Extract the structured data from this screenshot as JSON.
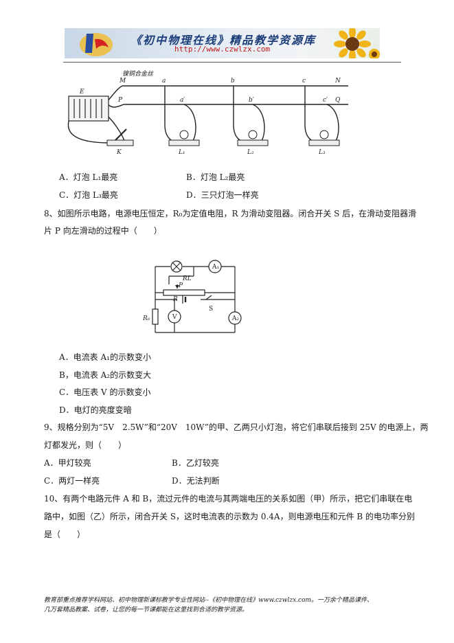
{
  "header": {
    "title": "《初中物理在线》精品教学资源库",
    "url": "http://www.czwlzx.com"
  },
  "q7": {
    "figure": {
      "wire_label": "镍铜合金丝",
      "labels": {
        "E": "E",
        "M": "M",
        "N": "N",
        "P": "P",
        "Q": "Q",
        "K": "K",
        "a": "a",
        "b": "b",
        "c": "c",
        "a2": "a′",
        "b2": "b′",
        "c2": "c′",
        "L1": "L₁",
        "L2": "L₂",
        "L3": "L₃"
      }
    },
    "options": {
      "A": "A．灯泡 L₁最亮",
      "B": "B．灯泡 L₂最亮",
      "C": "C．灯泡 L₃最亮",
      "D": "D．三只灯泡一样亮"
    }
  },
  "q8": {
    "stem_line1": "8、如图所示电路，电源电压恒定，R₀为定值电阻，R 为滑动变阻器。闭合开关 S 后，在滑动变阻器滑",
    "stem_line2": "片 P 向左滑动的过程中（　　）",
    "figure": {
      "A1": "A₁",
      "A2": "A₂",
      "RL": "RL",
      "P": "P",
      "R": "R",
      "R0": "R₀",
      "V": "V",
      "S": "S"
    },
    "options": {
      "A": "A．电流表 A₁的示数变小",
      "B": "B，电流表 A₂的示数变大",
      "C": "C．电压表 V 的示数变小",
      "D": "D．电灯的亮度变暗"
    }
  },
  "q9": {
    "stem_line1": "9、规格分别为“5V　2.5W”和“20V　10W”的甲、乙两只小灯泡，将它们串联后接到 25V 的电源上，两",
    "stem_line2": "灯都发光，则（　　）",
    "options": {
      "A": "A．甲灯较亮",
      "B": "B．乙灯较亮",
      "C": "C．两灯一样亮",
      "D": "D．无法判断"
    }
  },
  "q10": {
    "stem_line1": "10、有两个电路元件 A 和 B，流过元件的电流与其两端电压的关系如图（甲）所示，把它们串联在电",
    "stem_line2": "路中，如图（乙）所示，闭合开关 S，这时电流表的示数为 0.4A，则电源电压和元件 B 的电功率分别",
    "stem_line3": "是（　　）"
  },
  "footer": {
    "line1": "教育部重点推荐学科网站、初中物理新课标教学专业性网站--《初中物理在线》www.czwlzx.com。一万余个精品课件、",
    "line2": "几万套精品教案、试卷，让您的每一节课都能在这里找到合适的教学资源。"
  },
  "colors": {
    "banner_title": "#1a3c78",
    "banner_url": "#c01818",
    "logo_blue": "#2a4fa0",
    "logo_red": "#d42222",
    "logo_yellow": "#f2b81e"
  }
}
